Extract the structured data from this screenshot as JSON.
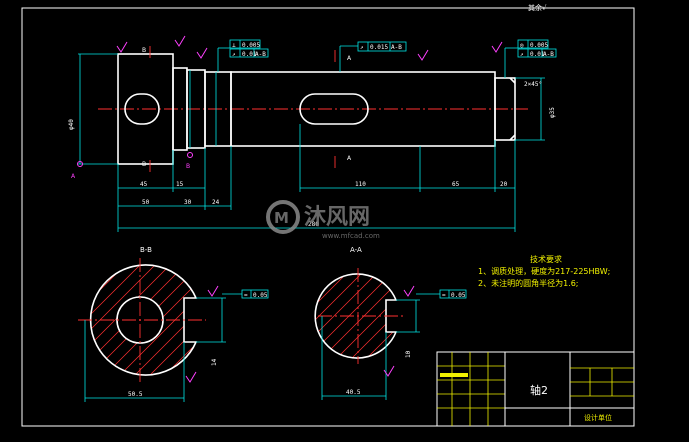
{
  "header": {
    "roughness_note": "其余√"
  },
  "shaft_dims": {
    "len_45": "45",
    "len_15": "15",
    "len_50": "50",
    "len_30": "30",
    "len_24": "24",
    "len_110": "110",
    "len_65": "65",
    "len_20": "20",
    "len_total": "280",
    "dia_left": "φ40",
    "dia_right": "φ35",
    "chamfer": "2×45°"
  },
  "section_labels": {
    "left": "B-B",
    "right": "A-A",
    "cut_left": "B",
    "cut_right": "A"
  },
  "section_dims": {
    "left_width": "50.5",
    "left_key": "14",
    "right_width": "40.5",
    "right_key": "10"
  },
  "tolerance_frames": {
    "top_center": [
      "↗",
      "0.015",
      "A-B"
    ],
    "top_left_1": [
      "⊥",
      "0.005"
    ],
    "top_left_2": [
      "↗",
      "0.01",
      "A-B"
    ],
    "top_right_1": [
      "◎",
      "0.005"
    ],
    "top_right_2": [
      "↗",
      "0.01",
      "A-B"
    ],
    "sec_left": [
      "=",
      "0.05"
    ],
    "sec_right": [
      "=",
      "0.05"
    ]
  },
  "tech_req": {
    "title": "技术要求",
    "items": [
      "1、调质处理，硬度为217-225HBW;",
      "2、未注明的圆角半径为1.6;"
    ]
  },
  "title_block": {
    "part_name": "轴2",
    "designer_unit": "设计单位"
  },
  "watermark": {
    "brand": "沐风网",
    "url": "www.mfcad.com"
  },
  "colors": {
    "background": "#000000",
    "outline": "#ffffff",
    "dimension": "#00e6e6",
    "centerline": "#ff3030",
    "text_yellow": "#f2f200",
    "marker": "#ff40ff"
  }
}
